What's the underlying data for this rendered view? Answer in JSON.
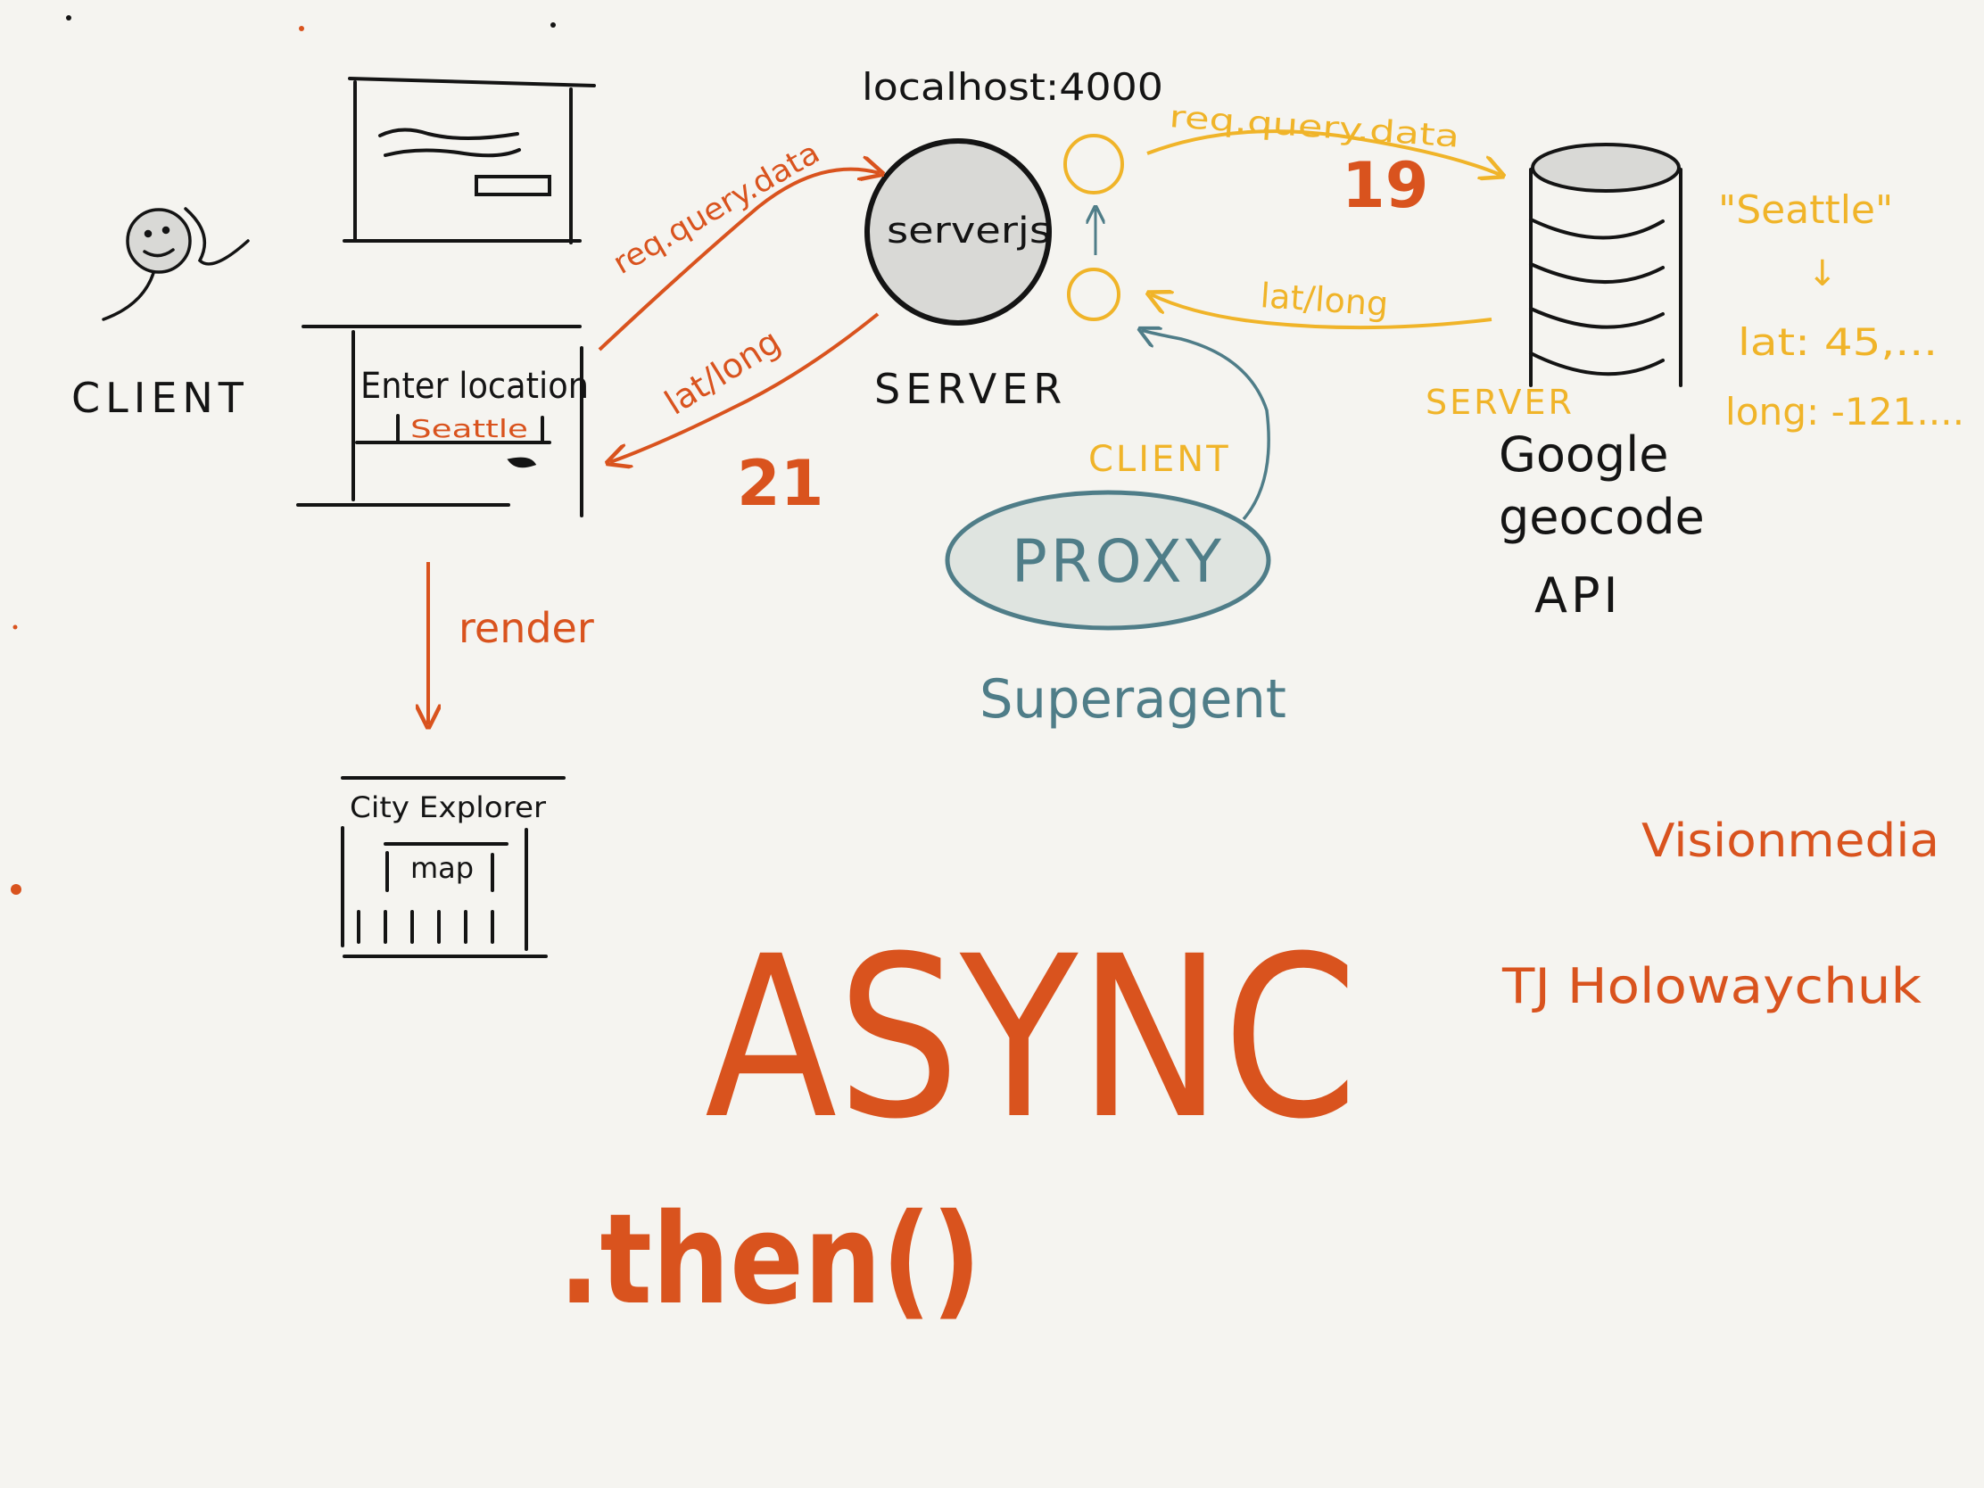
{
  "colors": {
    "background": "#f5f4f0",
    "ink": "#141414",
    "orange": "#d9531e",
    "yellow": "#f0b429",
    "teal": "#4f7d88",
    "server_fill": "#d9d9d6",
    "proxy_fill": "#dfe4e0"
  },
  "client": {
    "label": "CLIENT",
    "form_text": "Enter location",
    "form_value": "Seattle"
  },
  "server": {
    "host": "localhost:4000",
    "file": "serverjs",
    "label": "SERVER"
  },
  "arrows": {
    "client_to_server": "req.query.data",
    "server_to_client": "lat/long",
    "server_to_client_number": "21",
    "server_to_api": "req.query.data",
    "server_to_api_number": "19",
    "api_to_server": "lat/long",
    "render": "render"
  },
  "proxy": {
    "label": "PROXY",
    "tool": "Superagent",
    "client_label": "CLIENT",
    "server_label": "SERVER"
  },
  "api": {
    "line1": "Google",
    "line2": "geocode",
    "line3": "API",
    "query": "\"Seattle\"",
    "arrow": "↓",
    "lat": "lat: 45,...",
    "long": "long: -121...."
  },
  "result": {
    "title": "City Explorer",
    "map": "map"
  },
  "credits": {
    "org": "Visionmedia",
    "author": "TJ Holowaychuk"
  },
  "headline": {
    "async": "ASYNC",
    "then": ".then()"
  },
  "icons": {
    "person": "person-icon",
    "database": "database-icon",
    "server": "server-circle-icon",
    "window": "browser-window-icon"
  }
}
